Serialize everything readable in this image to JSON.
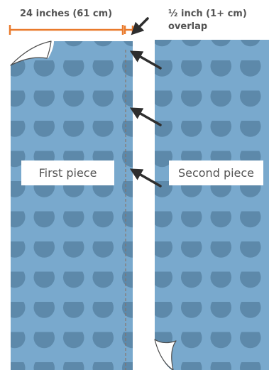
{
  "annotations": {
    "width_label": "24 inches (61 cm)",
    "overlap_line1": "½ inch (1+ cm)",
    "overlap_line2": "overlap"
  },
  "pieces": {
    "first": {
      "label": "First piece"
    },
    "second": {
      "label": "Second piece"
    }
  },
  "colors": {
    "paper_blue": "#79a9cd",
    "dot_blue": "#5d89aa",
    "measure_orange": "#e97a2c",
    "arrow_dark": "#2e2e2e",
    "text_gray": "#545454",
    "seam_dash": "#8a6a58"
  },
  "icons": {
    "pointer": "arrow-icon",
    "peeling_corner": "curled-corner-icon"
  }
}
